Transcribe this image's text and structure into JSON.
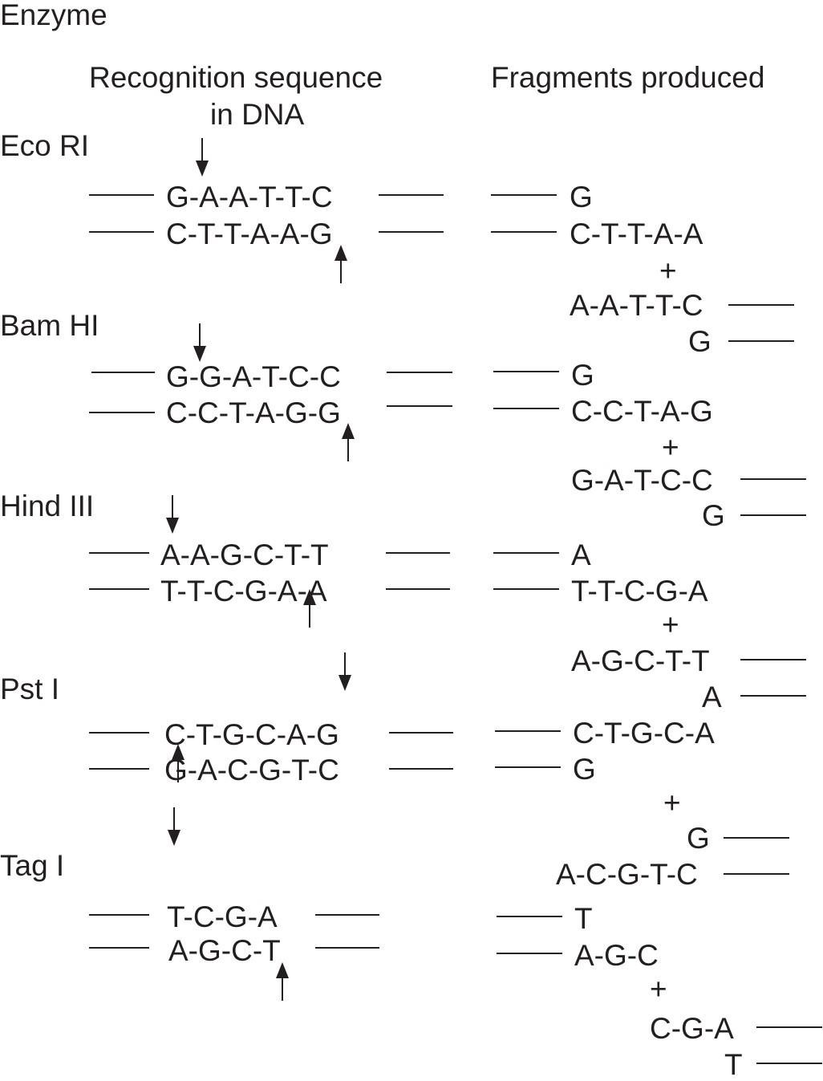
{
  "header": {
    "enzyme_label": "Enzyme",
    "recognition_label_line1": "Recognition sequence",
    "recognition_label_line2": "in DNA",
    "fragments_label": "Fragments produced"
  },
  "enzymes": [
    {
      "name": "Eco RI",
      "recognition": {
        "top": "G-A-A-T-T-C",
        "bottom": "C-T-T-A-A-G"
      },
      "cut": {
        "top_after_index": 0,
        "bottom_before_index": 5
      },
      "fragments": {
        "left": {
          "top": "G",
          "bottom": "C-T-T-A-A"
        },
        "plus": "+",
        "right": {
          "top": "A-A-T-T-C",
          "bottom": "G"
        }
      }
    },
    {
      "name": "Bam HI",
      "recognition": {
        "top": "G-G-A-T-C-C",
        "bottom": "C-C-T-A-G-G"
      },
      "cut": {
        "top_after_index": 0,
        "bottom_before_index": 5
      },
      "fragments": {
        "left": {
          "top": "G",
          "bottom": "C-C-T-A-G"
        },
        "plus": "+",
        "right": {
          "top": "G-A-T-C-C",
          "bottom": "G"
        }
      }
    },
    {
      "name": "Hind III",
      "recognition": {
        "top": "A-A-G-C-T-T",
        "bottom": "T-T-C-G-A-A"
      },
      "cut": {
        "top_after_index": 0,
        "bottom_before_index": 5
      },
      "fragments": {
        "left": {
          "top": "A",
          "bottom": "T-T-C-G-A"
        },
        "plus": "+",
        "right": {
          "top": "A-G-C-T-T",
          "bottom": "A"
        }
      }
    },
    {
      "name": "Pst I",
      "recognition": {
        "top": "C-T-G-C-A-G",
        "bottom": "G-A-C-G-T-C"
      },
      "cut": {
        "top_after_index": 4,
        "bottom_before_index": 1
      },
      "fragments": {
        "left": {
          "top": "C-T-G-C-A",
          "bottom": "G"
        },
        "plus": "+",
        "right": {
          "top": "G",
          "bottom": "A-C-G-T-C"
        }
      }
    },
    {
      "name": "Tag I",
      "recognition": {
        "top": "T-C-G-A",
        "bottom": "A-G-C-T"
      },
      "cut": {
        "top_after_index": 0,
        "bottom_before_index": 3
      },
      "fragments": {
        "left": {
          "top": "T",
          "bottom": "A-G-C"
        },
        "plus": "+",
        "right": {
          "top": "C-G-A",
          "bottom": "T"
        }
      }
    }
  ],
  "colors": {
    "ink": "#231f20",
    "background": "#ffffff"
  }
}
